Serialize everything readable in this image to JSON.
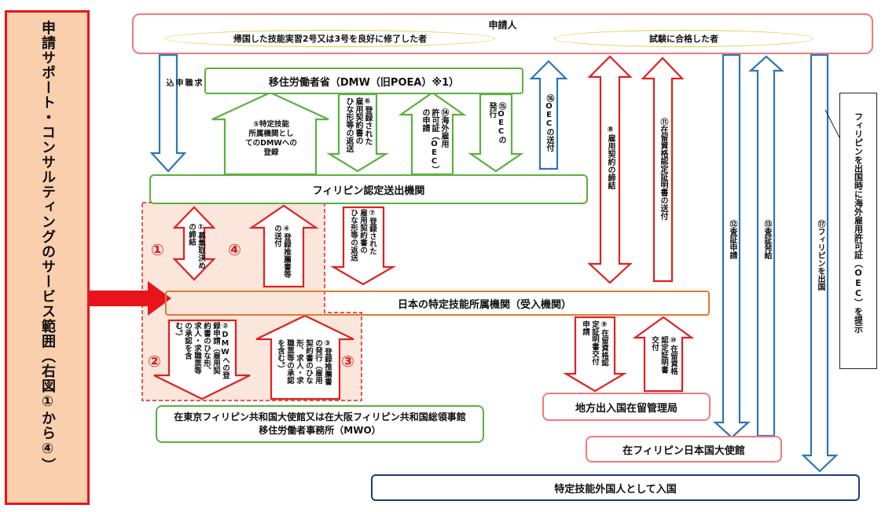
{
  "side_panel": {
    "text": "申請サポート・コンサルティングのサービス範囲（右図①から④）"
  },
  "applicant": {
    "title": "申請人",
    "left_oval": "帰国した技能実習2号又は3号を良好に修了した者",
    "right_oval": "試験に合格した者"
  },
  "dmw": {
    "title": "移住労働者省（DMW（旧POEA）※1）"
  },
  "agency": {
    "title": "フィリピン認定送出機関"
  },
  "receiver": {
    "title": "日本の特定技能所属機関（受入機関）"
  },
  "immigration": {
    "title": "地方出入国在留管理局"
  },
  "embassy_ph": {
    "title": "在フィリピン日本国大使館"
  },
  "embassy_jp": {
    "line1": "在東京フィリピン共和国大使館又は在大阪フィリピン共和国総領事館",
    "line2": "移住労働者事務所（MWO）"
  },
  "entry": {
    "title": "特定技能外国人として入国"
  },
  "side_note": {
    "text": "フィリピンを出国時に海外雇用許可証（OEC）を提示"
  },
  "steps": {
    "job": "求\n職\n申\n込",
    "s5": "⑤特定技能\n所属機関とし\nてのDMWへの\n登録",
    "s6": "⑥登録された\n雇用契約書の\nひな形等の返送",
    "s14": "⑭海外雇用\n許可証（OEC）\nの申請",
    "s15": "⑮OECの\n発行",
    "s16": "⑯OECの送付",
    "s8": "⑧雇用契約の締結",
    "s11": "⑪在留資格認定証明書の送付",
    "s12": "⑫査証申請",
    "s13": "⑬査証発給",
    "s17": "⑰フィリピンを出国",
    "s1": "①募集取決め\nの締結",
    "s4": "④登録推薦書等\nの送付",
    "s7": "⑦登録された\n雇用契約書の\nひな形等の返送",
    "s2": "②DMWへの登\n録申請（雇用契\n約書のひな形、\n求人・求職票等\nの承認を含\nむ。）",
    "s3": "③登録推薦書\nの発行（雇用\n契約書のひな\n形、求人・求\n職票等の承認\nを含む。）",
    "s9": "⑨在留資格認\n定証明書交付\n申請",
    "s10": "⑩在留資格\n認定証明書\n交付"
  },
  "markers": {
    "m1": "①",
    "m2": "②",
    "m3": "③",
    "m4": "④"
  },
  "colors": {
    "red": "#e02020",
    "pink": "#f07a80",
    "green": "#5bb040",
    "blue": "#2e75b6",
    "orange": "#e07b30",
    "navy": "#1f3a7a",
    "yellow": "#e8c840",
    "panel": "#f9cfae"
  }
}
